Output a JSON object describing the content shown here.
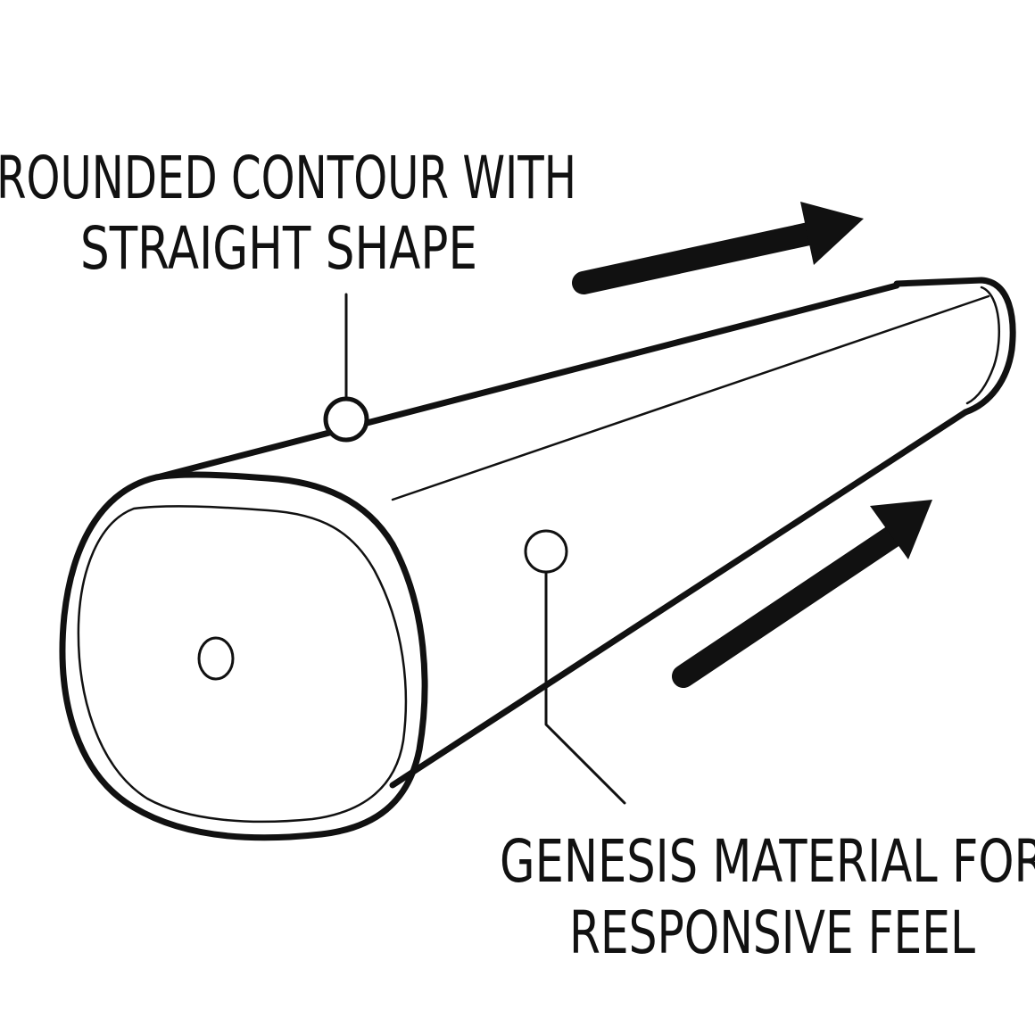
{
  "callouts": {
    "top": {
      "line1": "ROUNDED CONTOUR WITH",
      "line2": "STRAIGHT SHAPE"
    },
    "bottom": {
      "line1": "GENESIS MATERIAL FOR",
      "line2": "RESPONSIVE FEEL"
    }
  },
  "colors": {
    "ink": "#111111",
    "background": "#ffffff"
  },
  "icons": {
    "arrows": [
      "arrow-right-icon",
      "arrow-up-right-icon"
    ]
  }
}
